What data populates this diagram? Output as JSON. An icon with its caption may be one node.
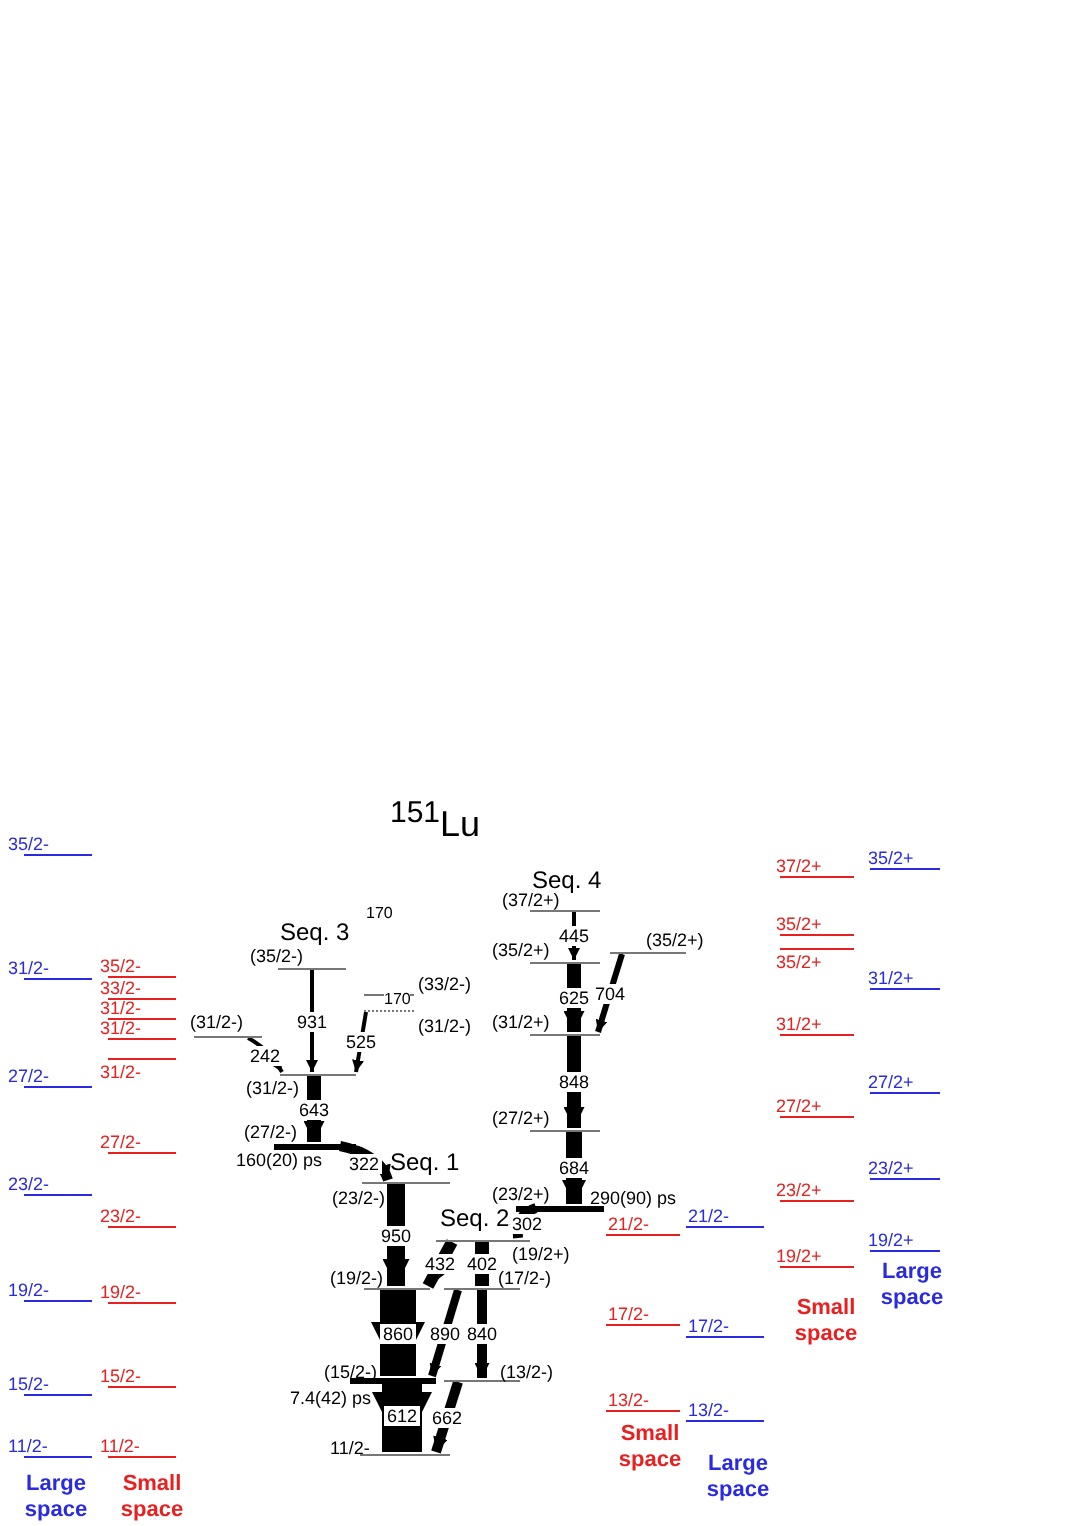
{
  "diagram": {
    "title": "$^{151}$Lu",
    "nodes": [
      {
        "text": [
          "35/2-"
        ]
      },
      {
        "text": [
          "31/2-"
        ]
      },
      {
        "text": [
          "27/2-"
        ]
      },
      {
        "text": [
          "23/2-"
        ]
      },
      {
        "text": [
          "19/2-"
        ]
      },
      {
        "text": [
          "15/2-"
        ]
      },
      {
        "text": [
          "11/2-"
        ]
      },
      {
        "text": [
          "35/2-"
        ]
      },
      {
        "text": [
          "33/2-"
        ]
      },
      {
        "text": [
          "31/2-"
        ]
      },
      {
        "text": [
          "31/2-"
        ]
      },
      {
        "text": [
          "31/2-"
        ]
      },
      {
        "text": [
          "27/2-"
        ]
      },
      {
        "text": [
          "23/2-"
        ]
      },
      {
        "text": [
          "19/2-"
        ]
      },
      {
        "text": [
          "15/2-"
        ]
      },
      {
        "text": [
          "11/2-"
        ]
      },
      {
        "text": [
          "(35/2-)"
        ]
      },
      {
        "text": [
          "(33/2-)"
        ]
      },
      {
        "text": [
          "(31/2-)"
        ]
      },
      {
        "text": [
          "(31/2-)"
        ]
      },
      {
        "text": [
          "(31/2-)"
        ]
      },
      {
        "text": [
          "(27/2-)"
        ],
        "beside": [
          "160(20) ps"
        ]
      },
      {
        "text": [
          "(23/2-)"
        ]
      },
      {
        "text": [
          "(19/2+)"
        ]
      },
      {
        "text": [
          "(19/2-)"
        ]
      },
      {
        "text": [
          "(17/2-)"
        ]
      },
      {
        "text": [
          "(15/2-)"
        ],
        "beside": [
          "7.4(42) ps"
        ]
      },
      {
        "text": [
          "(13/2-)"
        ]
      },
      {
        "text": [
          "11/2-"
        ]
      },
      {
        "text": [
          "(37/2+)"
        ]
      },
      {
        "text": [
          "(35/2+)"
        ]
      },
      {
        "text": [
          "(35/2+)"
        ]
      },
      {
        "text": [
          "(31/2+)"
        ]
      },
      {
        "text": [
          "(27/2+)"
        ]
      },
      {
        "text": [
          "(23/2+)"
        ],
        "beside": [
          "290(90) ps"
        ]
      },
      {
        "text": [
          "21/2-"
        ]
      },
      {
        "text": [
          "17/2-"
        ]
      },
      {
        "text": [
          "13/2-"
        ]
      },
      {
        "text": [
          "21/2-"
        ]
      },
      {
        "text": [
          "17/2-"
        ]
      },
      {
        "text": [
          "13/2-"
        ]
      },
      {
        "text": [
          "37/2+"
        ]
      },
      {
        "text": [
          "35/2+"
        ]
      },
      {
        "text": [
          "35/2+"
        ]
      },
      {
        "text": [
          "31/2+"
        ]
      },
      {
        "text": [
          "27/2+"
        ]
      },
      {
        "text": [
          "23/2+"
        ]
      },
      {
        "text": [
          "19/2+"
        ]
      },
      {
        "text": [
          "35/2+"
        ]
      },
      {
        "text": [
          "31/2+"
        ]
      },
      {
        "text": [
          "27/2+"
        ]
      },
      {
        "text": [
          "23/2+"
        ]
      },
      {
        "text": [
          "19/2+"
        ]
      }
    ],
    "edges": [
      {
        "from": 17,
        "to": 21,
        "arrow": "to",
        "label": "931"
      },
      {
        "from": 19,
        "to": 21,
        "arrow": "to",
        "label": "525"
      },
      {
        "from": 20,
        "to": 21,
        "arrow": "to",
        "label": "242"
      },
      {
        "from": 21,
        "to": 22,
        "arrow": "to",
        "label": "643"
      },
      {
        "from": 22,
        "to": 23,
        "arrow": "to",
        "label": "322"
      },
      {
        "from": 23,
        "to": 25,
        "arrow": "to",
        "label": "950",
        "style": "thick"
      },
      {
        "from": 24,
        "to": 25,
        "arrow": "to",
        "label": "432"
      },
      {
        "from": 24,
        "to": 26,
        "arrow": "to",
        "label": "402"
      },
      {
        "from": 25,
        "to": 27,
        "arrow": "to",
        "label": "860",
        "style": "thick"
      },
      {
        "from": 26,
        "to": 27,
        "arrow": "to",
        "label": "890"
      },
      {
        "from": 26,
        "to": 28,
        "arrow": "to",
        "label": "840"
      },
      {
        "from": 27,
        "to": 29,
        "arrow": "to",
        "label": "612",
        "style": "thick"
      },
      {
        "from": 28,
        "to": 29,
        "arrow": "to",
        "label": "662"
      },
      {
        "from": 30,
        "to": 31,
        "arrow": "to",
        "label": "445"
      },
      {
        "from": 31,
        "to": 33,
        "arrow": "to",
        "label": "625"
      },
      {
        "from": 32,
        "to": 33,
        "arrow": "to",
        "label": "704"
      },
      {
        "from": 33,
        "to": 34,
        "arrow": "to",
        "label": "848"
      },
      {
        "from": 34,
        "to": 35,
        "arrow": "to",
        "label": "684"
      },
      {
        "from": 35,
        "to": 24,
        "arrow": "to",
        "label": "302"
      }
    ],
    "labels": [
      "Seq. 4",
      "170",
      "Seq. 3",
      "170",
      "Seq. 1",
      "Seq. 2",
      "Large space",
      "Small space",
      "Small space",
      "Large space",
      "Small space",
      "Large space"
    ]
  }
}
